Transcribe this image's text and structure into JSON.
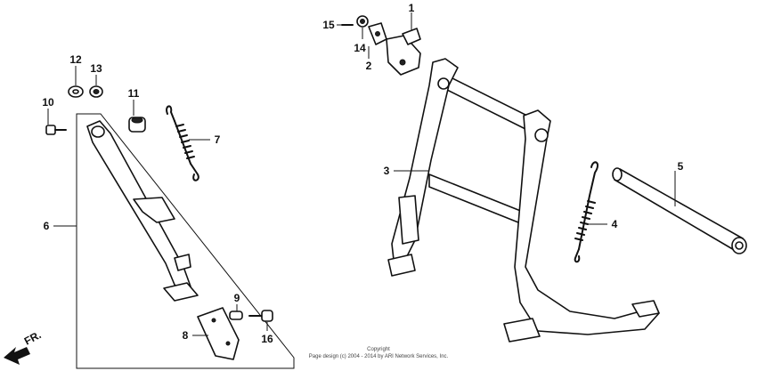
{
  "diagram": {
    "callouts": [
      {
        "id": "c1",
        "label": "1"
      },
      {
        "id": "c2",
        "label": "2"
      },
      {
        "id": "c3",
        "label": "3"
      },
      {
        "id": "c4",
        "label": "4"
      },
      {
        "id": "c5",
        "label": "5"
      },
      {
        "id": "c6",
        "label": "6"
      },
      {
        "id": "c7",
        "label": "7"
      },
      {
        "id": "c8",
        "label": "8"
      },
      {
        "id": "c9",
        "label": "9"
      },
      {
        "id": "c10",
        "label": "10"
      },
      {
        "id": "c11",
        "label": "11"
      },
      {
        "id": "c12",
        "label": "12"
      },
      {
        "id": "c13",
        "label": "13"
      },
      {
        "id": "c14",
        "label": "14"
      },
      {
        "id": "c15",
        "label": "15"
      },
      {
        "id": "c16",
        "label": "16"
      }
    ],
    "direction_label": "FR.",
    "copyright": {
      "line1": "Copyright",
      "line2": "Page design (c) 2004 - 2014 by ARI Network Services, Inc."
    }
  }
}
